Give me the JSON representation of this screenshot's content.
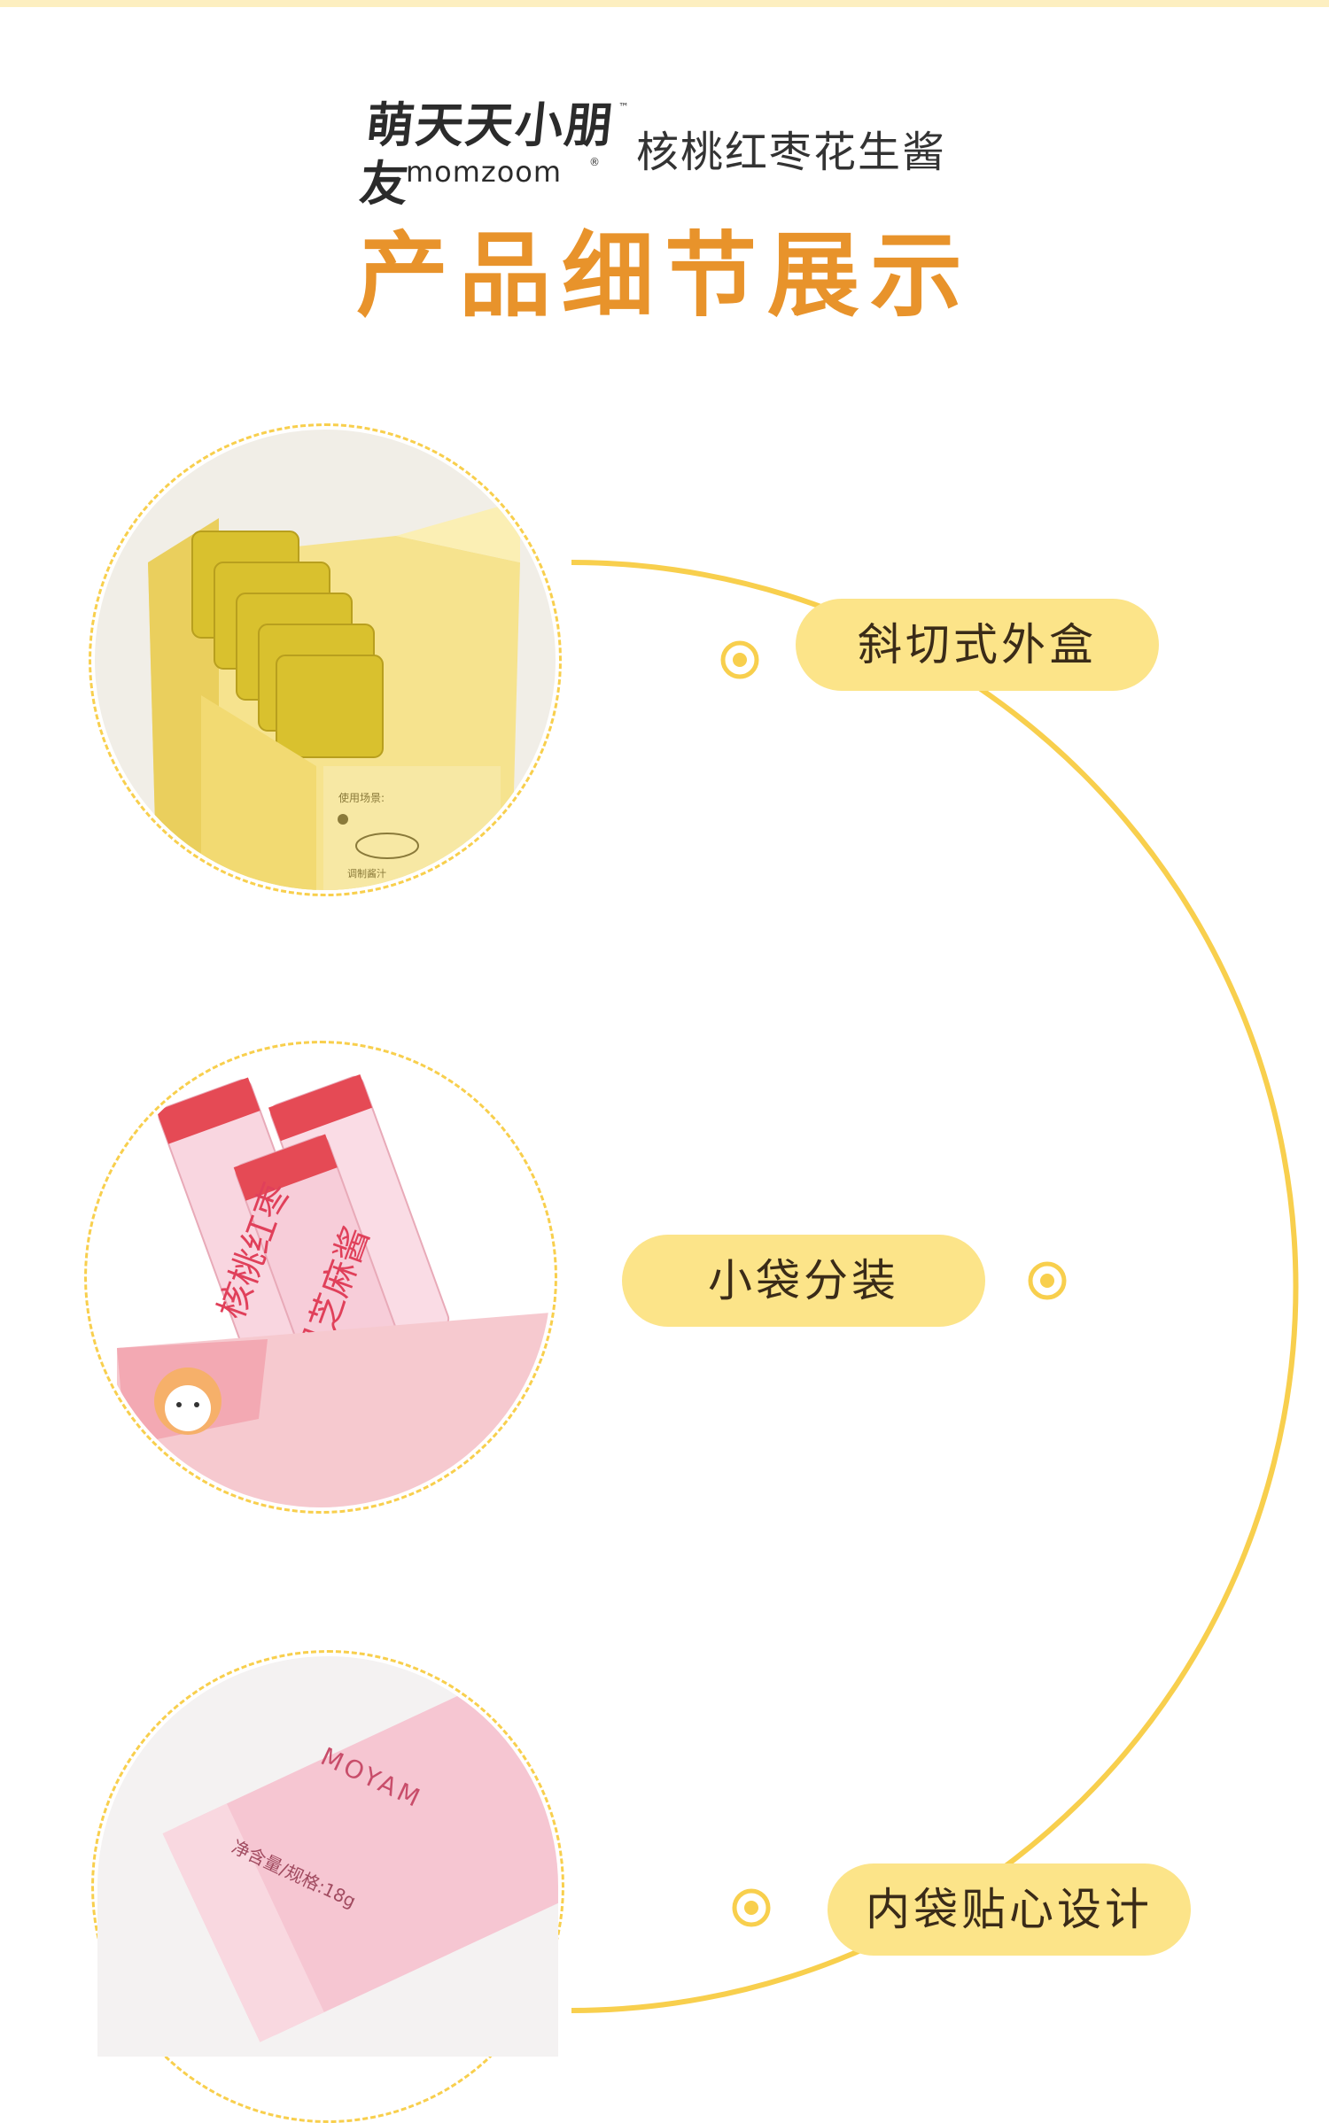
{
  "header": {
    "brand_cn": "萌天天小朋友",
    "brand_tm": "™",
    "brand_en": "momzoom",
    "brand_reg": "®",
    "product_name": "核桃红枣花生酱",
    "title": "产品细节展示"
  },
  "features": [
    {
      "label": "斜切式外盒",
      "image": "slant-cut-box-photo"
    },
    {
      "label": "小袋分装",
      "image": "small-sachets-photo"
    },
    {
      "label": "内袋贴心设计",
      "image": "inner-pouch-photo"
    }
  ],
  "images": {
    "box_card_heading": "使用场景:",
    "box_card_caption": "调制酱汁",
    "sachet_text_1": "核桃红枣",
    "sachet_text_2": "黑芝麻酱",
    "pouch_brand": "MOYAM",
    "pouch_spec": "净含量/规格:18g"
  },
  "colors": {
    "accent_title": "#e8932b",
    "label_bg": "#fce489",
    "line": "#f8cf4d",
    "top_strip": "#fdefc0"
  }
}
